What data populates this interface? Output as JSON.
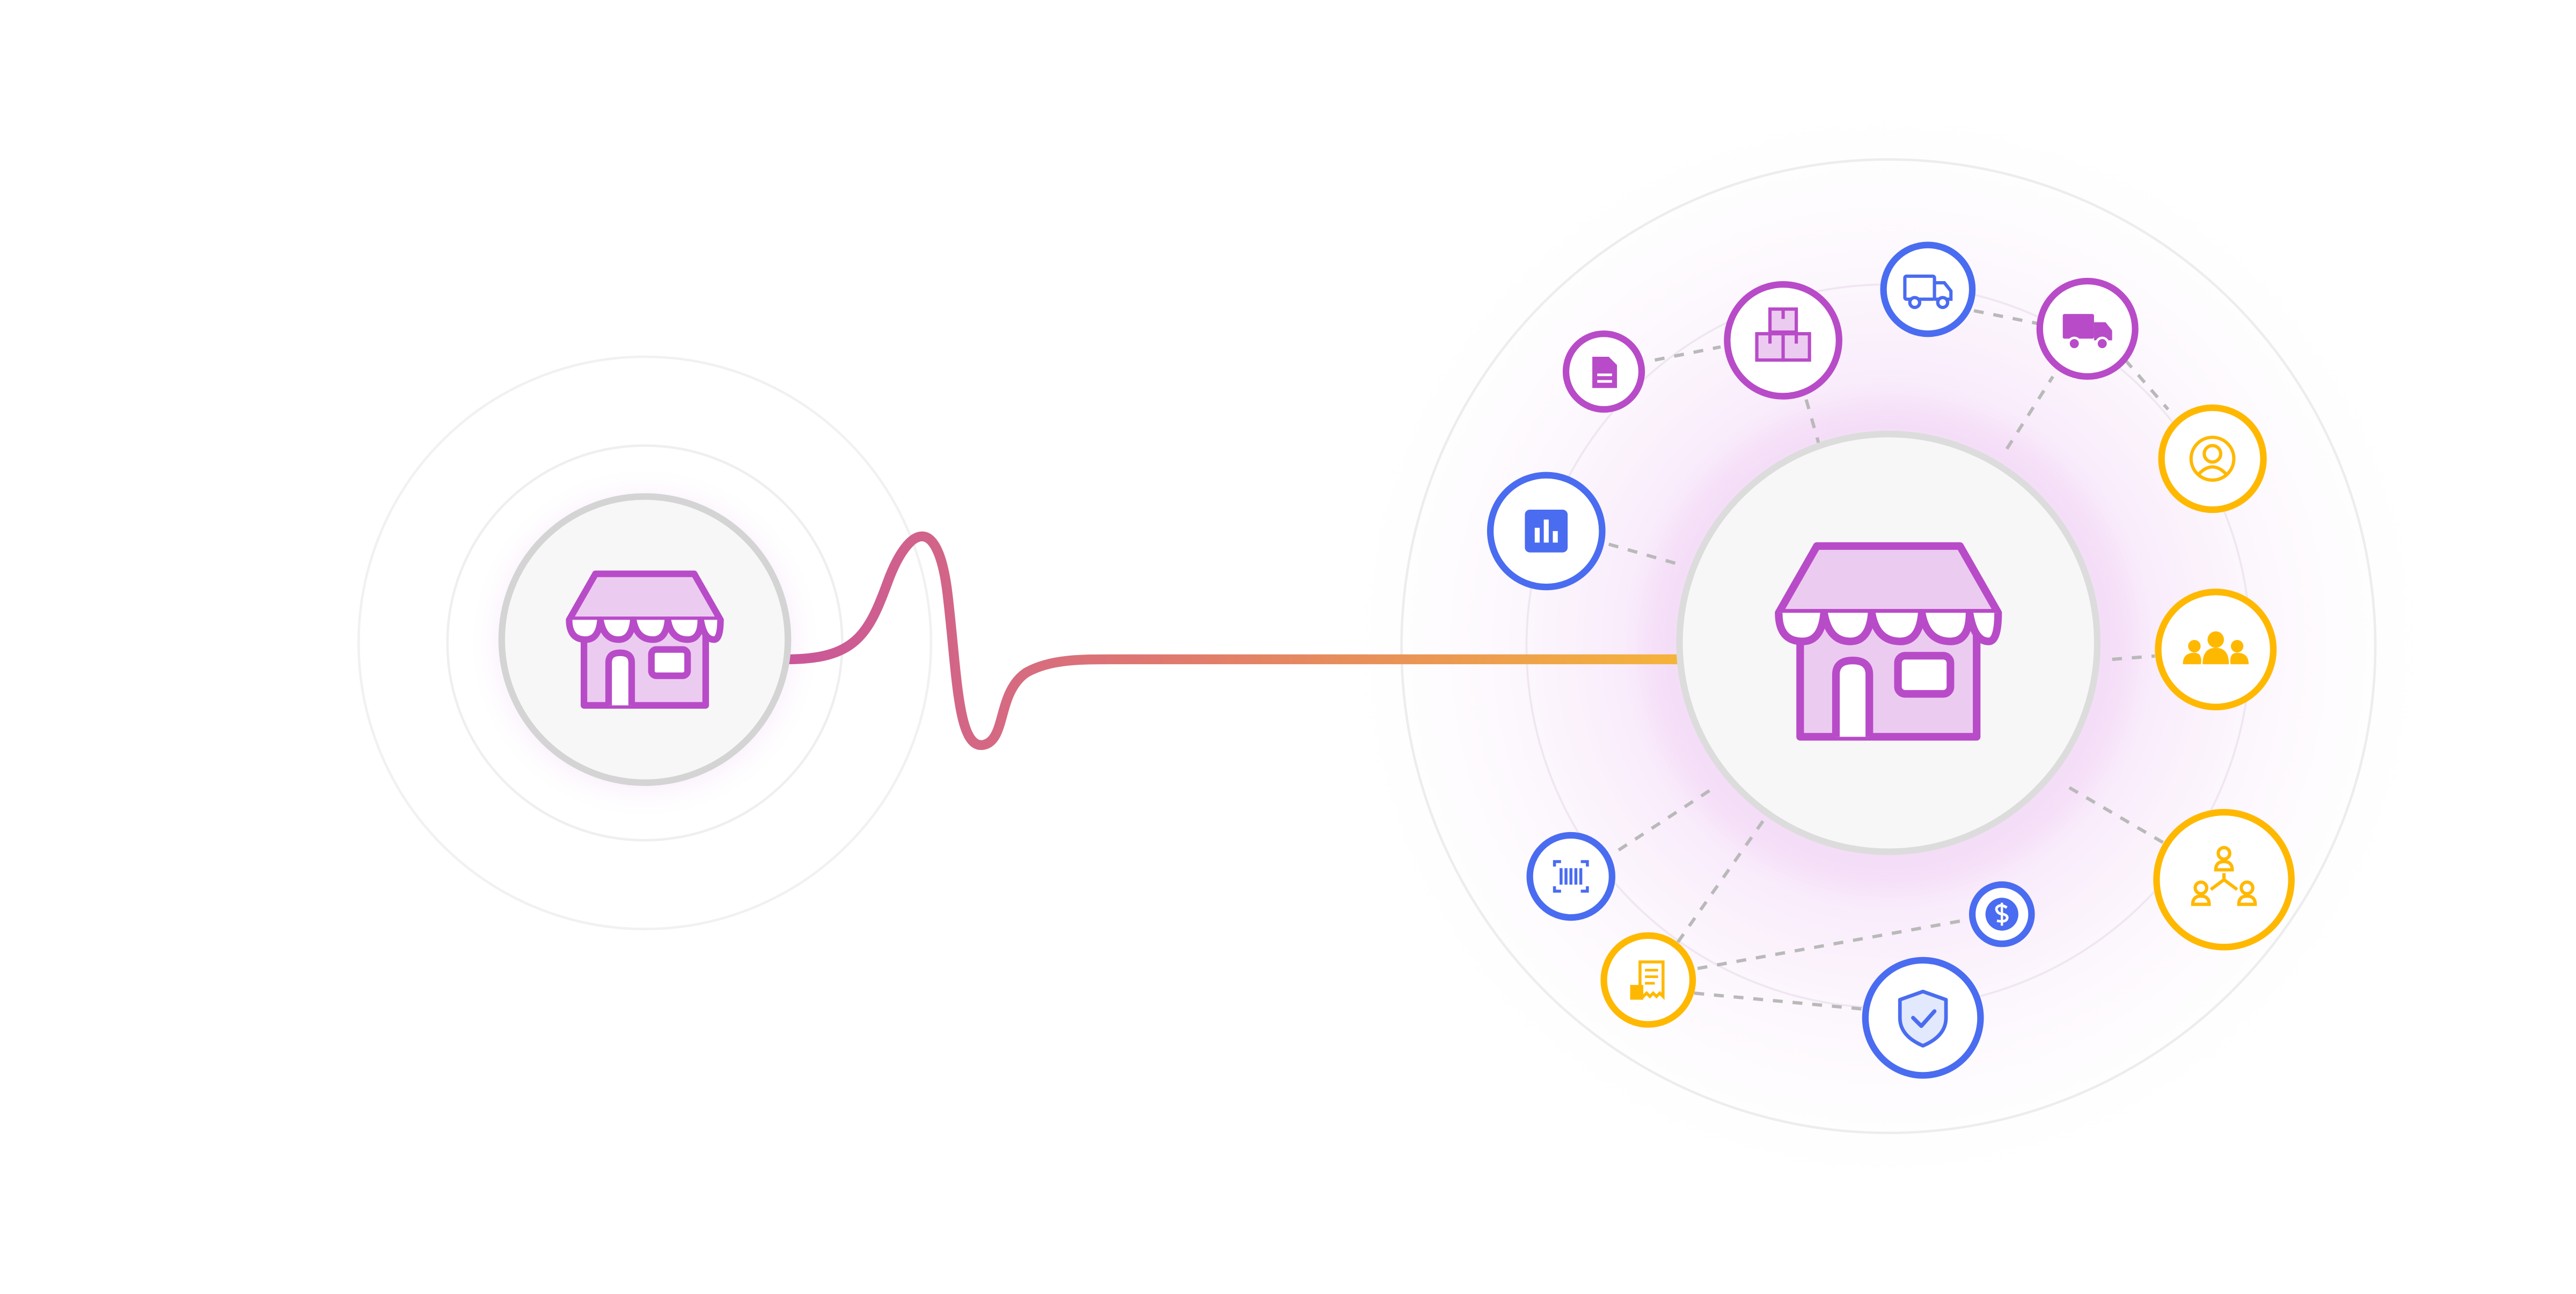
{
  "colors": {
    "purple": "#b84bc8",
    "blue": "#4a6cf0",
    "yellow": "#ffb800",
    "hub_fill": "#f7f7f7",
    "hub_stroke": "#d9d9d9",
    "store_fill": "#eccbf0",
    "dashed": "#b9b9b9",
    "ring": "#ececec",
    "connector_start": "#c9569a",
    "connector_end": "#f5b43a",
    "glow": "#d98ee8"
  },
  "left_node": {
    "name": "store",
    "icon": "store-icon"
  },
  "right_hub": {
    "name": "store",
    "icon": "store-icon"
  },
  "connector": {
    "style": "squiggle-to-straight",
    "gradient": "pink-to-orange"
  },
  "satellites": [
    {
      "id": "document",
      "icon": "document-icon",
      "color": "purple"
    },
    {
      "id": "boxes",
      "icon": "boxes-icon",
      "color": "purple"
    },
    {
      "id": "truck-outline",
      "icon": "truck-outline-icon",
      "color": "blue"
    },
    {
      "id": "truck-filled",
      "icon": "truck-filled-icon",
      "color": "purple"
    },
    {
      "id": "user-circle",
      "icon": "user-circle-icon",
      "color": "yellow"
    },
    {
      "id": "chart",
      "icon": "bar-chart-icon",
      "color": "blue"
    },
    {
      "id": "team",
      "icon": "team-icon",
      "color": "yellow"
    },
    {
      "id": "barcode",
      "icon": "barcode-scanner-icon",
      "color": "blue"
    },
    {
      "id": "hierarchy",
      "icon": "org-hierarchy-icon",
      "color": "yellow"
    },
    {
      "id": "dollar",
      "icon": "dollar-coin-icon",
      "color": "blue"
    },
    {
      "id": "receipt",
      "icon": "receipt-icon",
      "color": "yellow"
    },
    {
      "id": "shield",
      "icon": "shield-check-icon",
      "color": "blue"
    }
  ]
}
